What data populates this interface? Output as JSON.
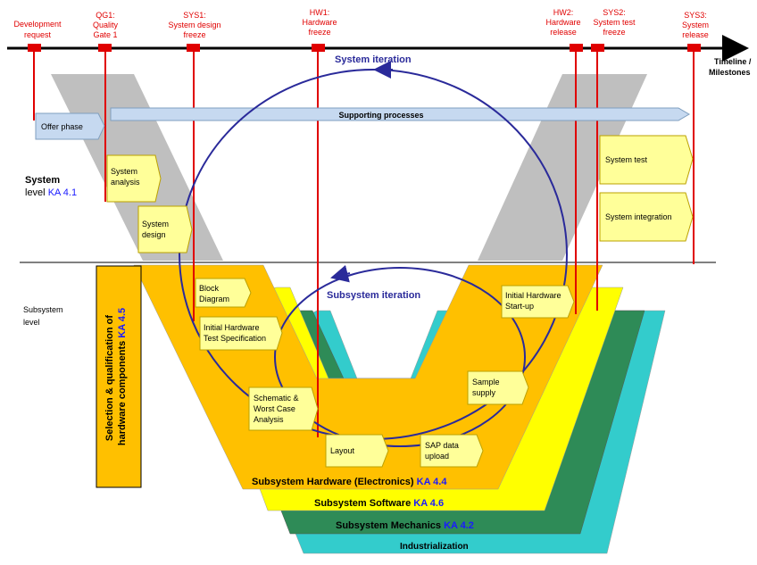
{
  "timeline": {
    "label_line1": "Timeline /",
    "label_line2": "Milestones"
  },
  "milestones": [
    {
      "id": "dev",
      "lines": [
        "Development",
        "request"
      ]
    },
    {
      "id": "qg1",
      "lines": [
        "QG1:",
        "Quality",
        "Gate 1"
      ]
    },
    {
      "id": "sys1",
      "lines": [
        "SYS1:",
        "System design",
        "freeze"
      ]
    },
    {
      "id": "hw1",
      "lines": [
        "HW1:",
        "Hardware",
        "freeze"
      ]
    },
    {
      "id": "hw2",
      "lines": [
        "HW2:",
        "Hardware",
        "release"
      ]
    },
    {
      "id": "sys2",
      "lines": [
        "SYS2:",
        "System test",
        "freeze"
      ]
    },
    {
      "id": "sys3",
      "lines": [
        "SYS3:",
        "System",
        "release"
      ]
    }
  ],
  "levels": {
    "system": {
      "name": "System",
      "name2": "level ",
      "ka": "KA 4.1"
    },
    "subsystem": {
      "line1": "Subsystem",
      "line2": "level"
    }
  },
  "iterations": {
    "system": "System iteration",
    "subsystem": "Subsystem iteration"
  },
  "offer_phase": "Offer phase",
  "supporting_processes": "Supporting processes",
  "system_steps": {
    "analysis": [
      "System",
      "analysis"
    ],
    "design": [
      "System",
      "design"
    ],
    "test": "System test",
    "integration": "System integration"
  },
  "hw_steps": {
    "block_diagram": [
      "Block",
      "Diagram"
    ],
    "test_spec": [
      "Initial Hardware",
      "Test Specification"
    ],
    "schematic": [
      "Schematic &",
      "Worst Case",
      "Analysis"
    ],
    "layout": "Layout",
    "sap": [
      "SAP data",
      "upload"
    ],
    "sample": [
      "Sample",
      "supply"
    ],
    "startup": [
      "Initial Hardware",
      "Start-up"
    ]
  },
  "subsystems": {
    "hardware": {
      "name": "Subsystem Hardware (Electronics) ",
      "ka": "KA 4.4"
    },
    "software": {
      "name": "Subsystem Software ",
      "ka": "KA 4.6"
    },
    "mechanics": {
      "name": "Subsystem Mechanics ",
      "ka": "KA 4.2"
    },
    "industrialization": {
      "name": "Industrialization"
    }
  },
  "selection": {
    "line1": "Selection & qualification of",
    "line2": "hardware components ",
    "ka": "KA 4.5"
  },
  "colors": {
    "milestone": "#e00000",
    "ka": "#1a1aff",
    "hardware": "#ffc000",
    "software": "#ffff00",
    "mechanics": "#2e8b57",
    "industrialization": "#33cccc",
    "system_band": "#bfbfbf",
    "step_box": "#ffff99",
    "iteration": "#2a2a9a",
    "supporting": "#c6d9f0"
  }
}
